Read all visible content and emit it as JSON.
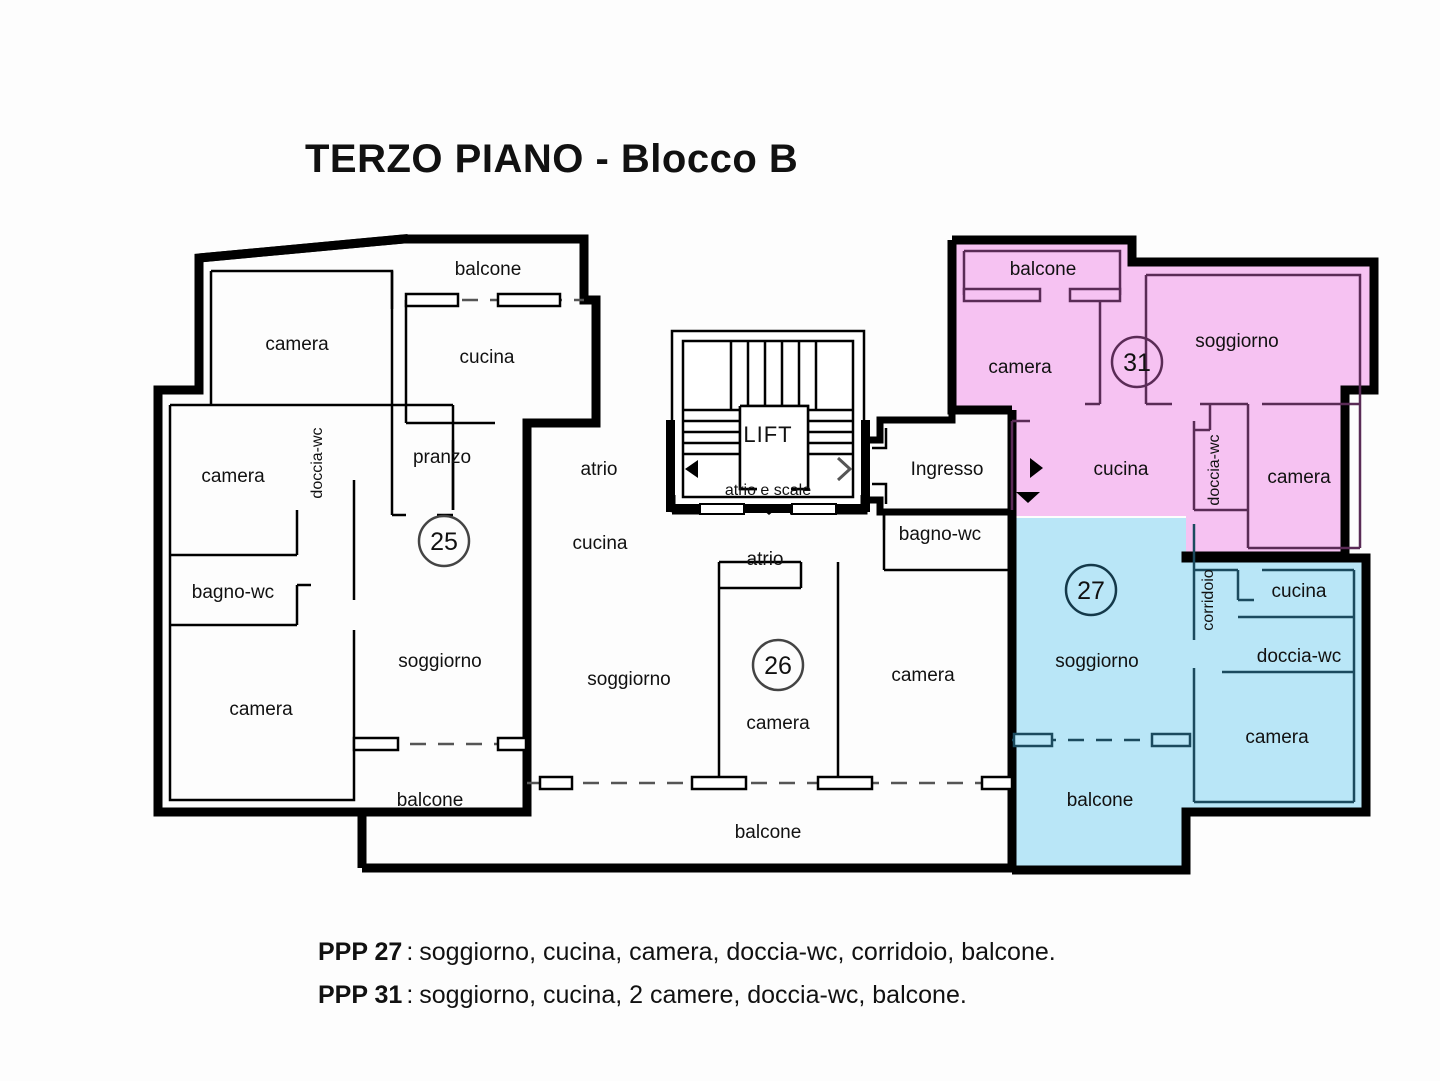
{
  "title": "TERZO PIANO - Blocco B",
  "colors": {
    "unit31_fill": "#f6c2f2",
    "unit27_fill": "#b9e6f7",
    "wall": "#000000",
    "background": "#fdfdfd",
    "text": "#111111"
  },
  "units": {
    "u25": {
      "number": "25",
      "fill": "none"
    },
    "u26": {
      "number": "26",
      "fill": "none"
    },
    "u27": {
      "number": "27",
      "fill": "#b9e6f7"
    },
    "u31": {
      "number": "31",
      "fill": "#f6c2f2"
    }
  },
  "core": {
    "lift": "LIFT",
    "atrio_e_scale": "atrio e scale",
    "ingresso": "Ingresso",
    "atrio_left": "atrio",
    "atrio_center": "atrio"
  },
  "rooms": {
    "u25_camera_top": "camera",
    "u25_cucina": "cucina",
    "u25_balcone_top": "balcone",
    "u25_doccia_wc": "doccia-wc",
    "u25_camera_mid": "camera",
    "u25_pranzo": "pranzo",
    "u25_bagno_wc": "bagno-wc",
    "u25_soggiorno": "soggiorno",
    "u25_camera_bot": "camera",
    "u25_balcone_bot": "balcone",
    "u26_cucina": "cucina",
    "u26_soggiorno": "soggiorno",
    "u26_camera_center": "camera",
    "u26_camera_right": "camera",
    "u26_bagno_wc": "bagno-wc",
    "u26_balcone": "balcone",
    "u31_balcone": "balcone",
    "u31_camera_left": "camera",
    "u31_soggiorno": "soggiorno",
    "u31_cucina": "cucina",
    "u31_doccia_wc": "doccia-wc",
    "u31_camera_right": "camera",
    "u27_soggiorno": "soggiorno",
    "u27_corridoio": "corridoio",
    "u27_cucina": "cucina",
    "u27_doccia_wc": "doccia-wc",
    "u27_camera": "camera",
    "u27_balcone": "balcone"
  },
  "legend": [
    {
      "code": "PPP  27",
      "separator": ":",
      "rooms": "soggiorno, cucina, camera, doccia-wc, corridoio, balcone."
    },
    {
      "code": "PPP  31",
      "separator": ":",
      "rooms": "soggiorno, cucina, 2 camere, doccia-wc, balcone."
    }
  ]
}
